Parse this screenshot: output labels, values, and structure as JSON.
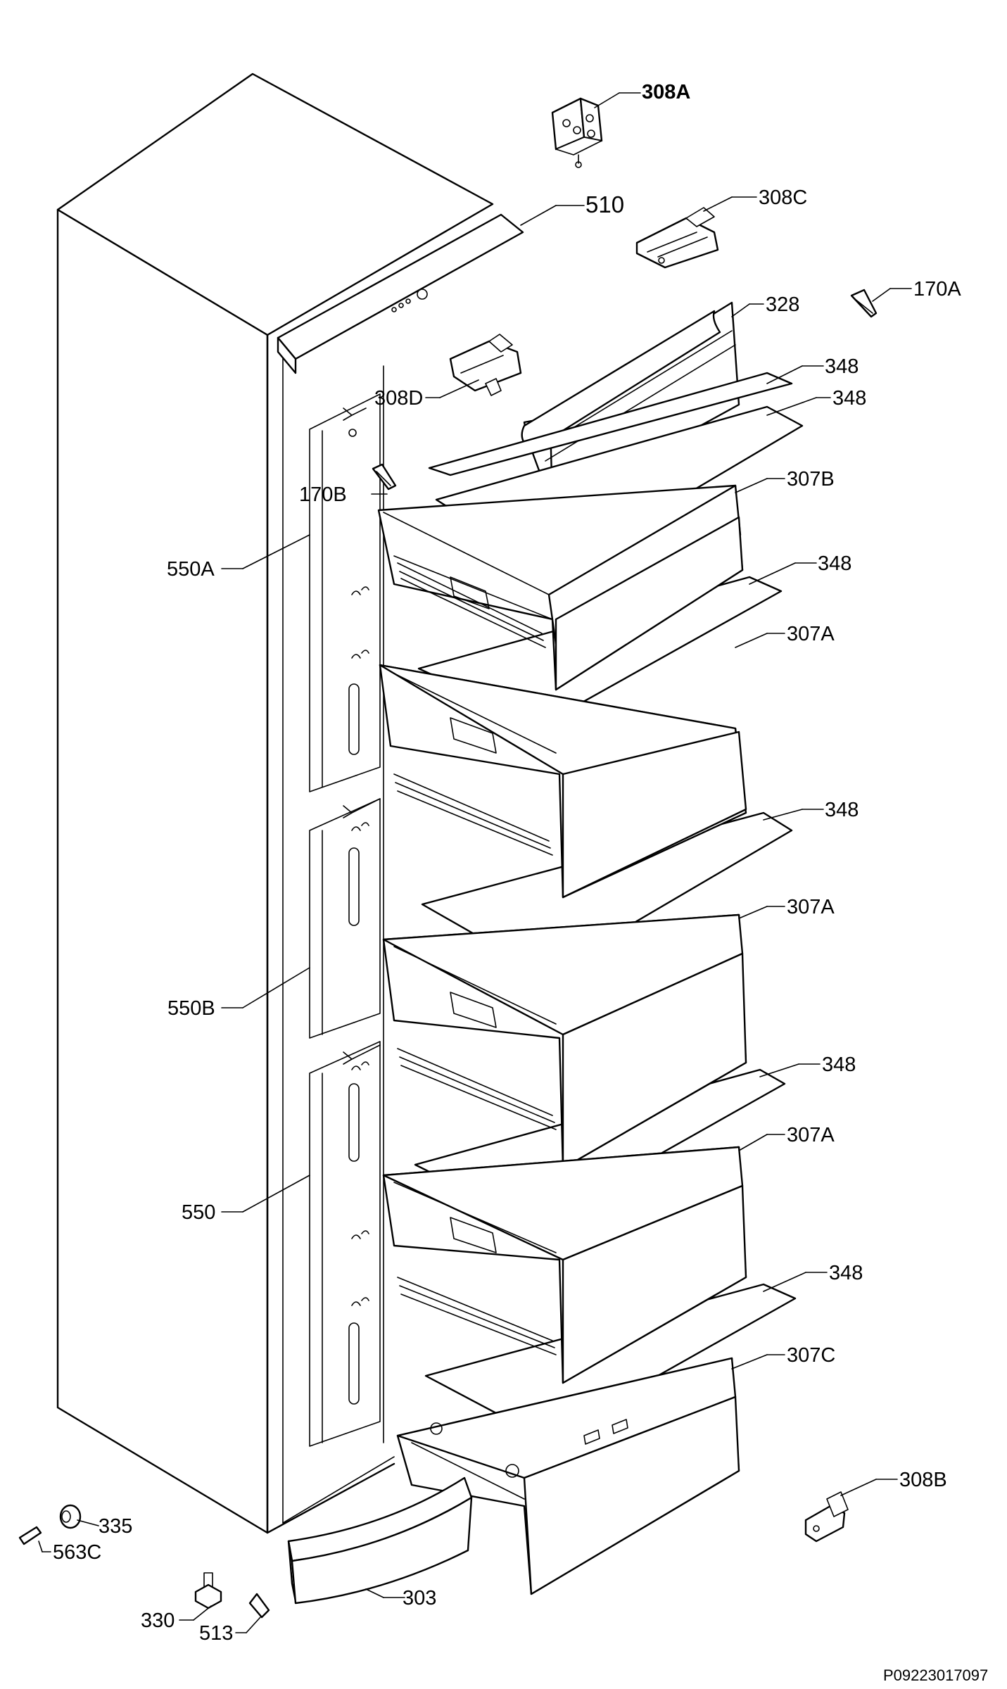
{
  "diagram": {
    "reference_code": "P09223017097",
    "labels": {
      "p308A": "308A",
      "p510": "510",
      "p308C": "308C",
      "p170A": "170A",
      "p328": "328",
      "p348_1": "348",
      "p348_2": "348",
      "p308D": "308D",
      "p170B": "170B",
      "p307B": "307B",
      "p550A": "550A",
      "p348_3": "348",
      "p307A_1": "307A",
      "p348_4": "348",
      "p307A_2": "307A",
      "p550B": "550B",
      "p348_5": "348",
      "p307A_3": "307A",
      "p550": "550",
      "p348_6": "348",
      "p307C": "307C",
      "p308B": "308B",
      "p335": "335",
      "p563C": "563C",
      "p303": "303",
      "p330": "330",
      "p513": "513"
    }
  }
}
